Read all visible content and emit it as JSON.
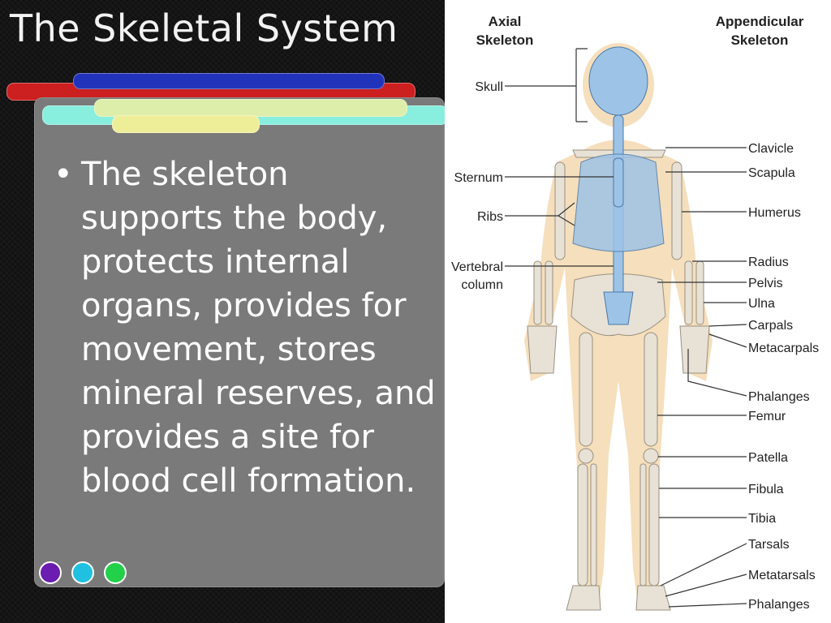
{
  "slide": {
    "title": "The Skeletal System",
    "bullet_char": "•",
    "bullet_text": "The skeleton supports the body, protects internal organs, provides for movement, stores mineral reserves, and provides a site for blood cell formation.",
    "bar_colors": [
      "#2233bb",
      "#cc1f1f",
      "#88eedd",
      "#ddeeaa",
      "#eeee99"
    ],
    "dot_colors": [
      "#6a1db0",
      "#20c0e0",
      "#22d04a"
    ]
  },
  "figure": {
    "headers": {
      "axial_line1": "Axial",
      "axial_line2": "Skeleton",
      "appendicular_line1": "Appendicular",
      "appendicular_line2": "Skeleton"
    },
    "left_labels": {
      "skull": "Skull",
      "sternum": "Sternum",
      "ribs": "Ribs",
      "vertebral_line1": "Vertebral",
      "vertebral_line2": "column"
    },
    "right_labels": [
      "Clavicle",
      "Scapula",
      "Humerus",
      "Radius",
      "Pelvis",
      "Ulna",
      "Carpals",
      "Metacarpals",
      "Phalanges",
      "Femur",
      "Patella",
      "Fibula",
      "Tibia",
      "Tarsals",
      "Metatarsals",
      "Phalanges"
    ],
    "colors": {
      "axial_bone": "#9dc3e6",
      "appendicular_bone": "#e8e2d6",
      "body_outline": "#f2d4a6"
    }
  }
}
